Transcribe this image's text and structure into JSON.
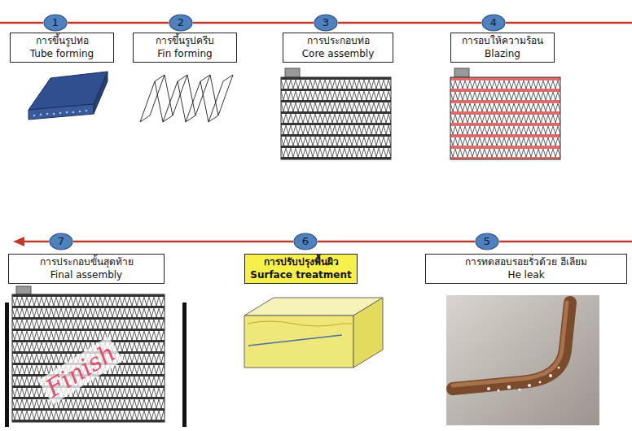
{
  "diagram": {
    "nodes": [
      {
        "text": [
          "1"
        ]
      },
      {
        "text": [
          "การขึ้นรูปท่อ",
          "Tube forming"
        ]
      },
      {
        "text": [
          "2"
        ]
      },
      {
        "text": [
          "การขึ้นรูปครีบ",
          "Fin forming"
        ]
      },
      {
        "text": [
          "3"
        ]
      },
      {
        "text": [
          "การประกอบท่อ",
          "Core assembly"
        ]
      },
      {
        "text": [
          "4"
        ]
      },
      {
        "text": [
          "การอบให้ความร้อน",
          "Blazing"
        ]
      },
      {
        "text": [
          "5"
        ]
      },
      {
        "text": [
          "การทดสอบรอยรั่วด้วย ฮีเลียม",
          "He leak"
        ]
      },
      {
        "text": [
          "6"
        ]
      },
      {
        "text": [
          "การปรับปรุงพื้นผิว",
          "Surface treatment"
        ]
      },
      {
        "text": [
          "7"
        ]
      },
      {
        "text": [
          "การประกอบขั้นสุดท้าย",
          "Final assembly"
        ]
      }
    ],
    "edges": [
      {
        "from": 0,
        "to": 2,
        "arrow": "none"
      },
      {
        "from": 2,
        "to": 4,
        "arrow": "none"
      },
      {
        "from": 4,
        "to": 6,
        "arrow": "none"
      },
      {
        "from": 8,
        "to": 10,
        "arrow": "none"
      },
      {
        "from": 10,
        "to": 12,
        "arrow": "none"
      }
    ],
    "labels": [
      "Finish"
    ]
  }
}
